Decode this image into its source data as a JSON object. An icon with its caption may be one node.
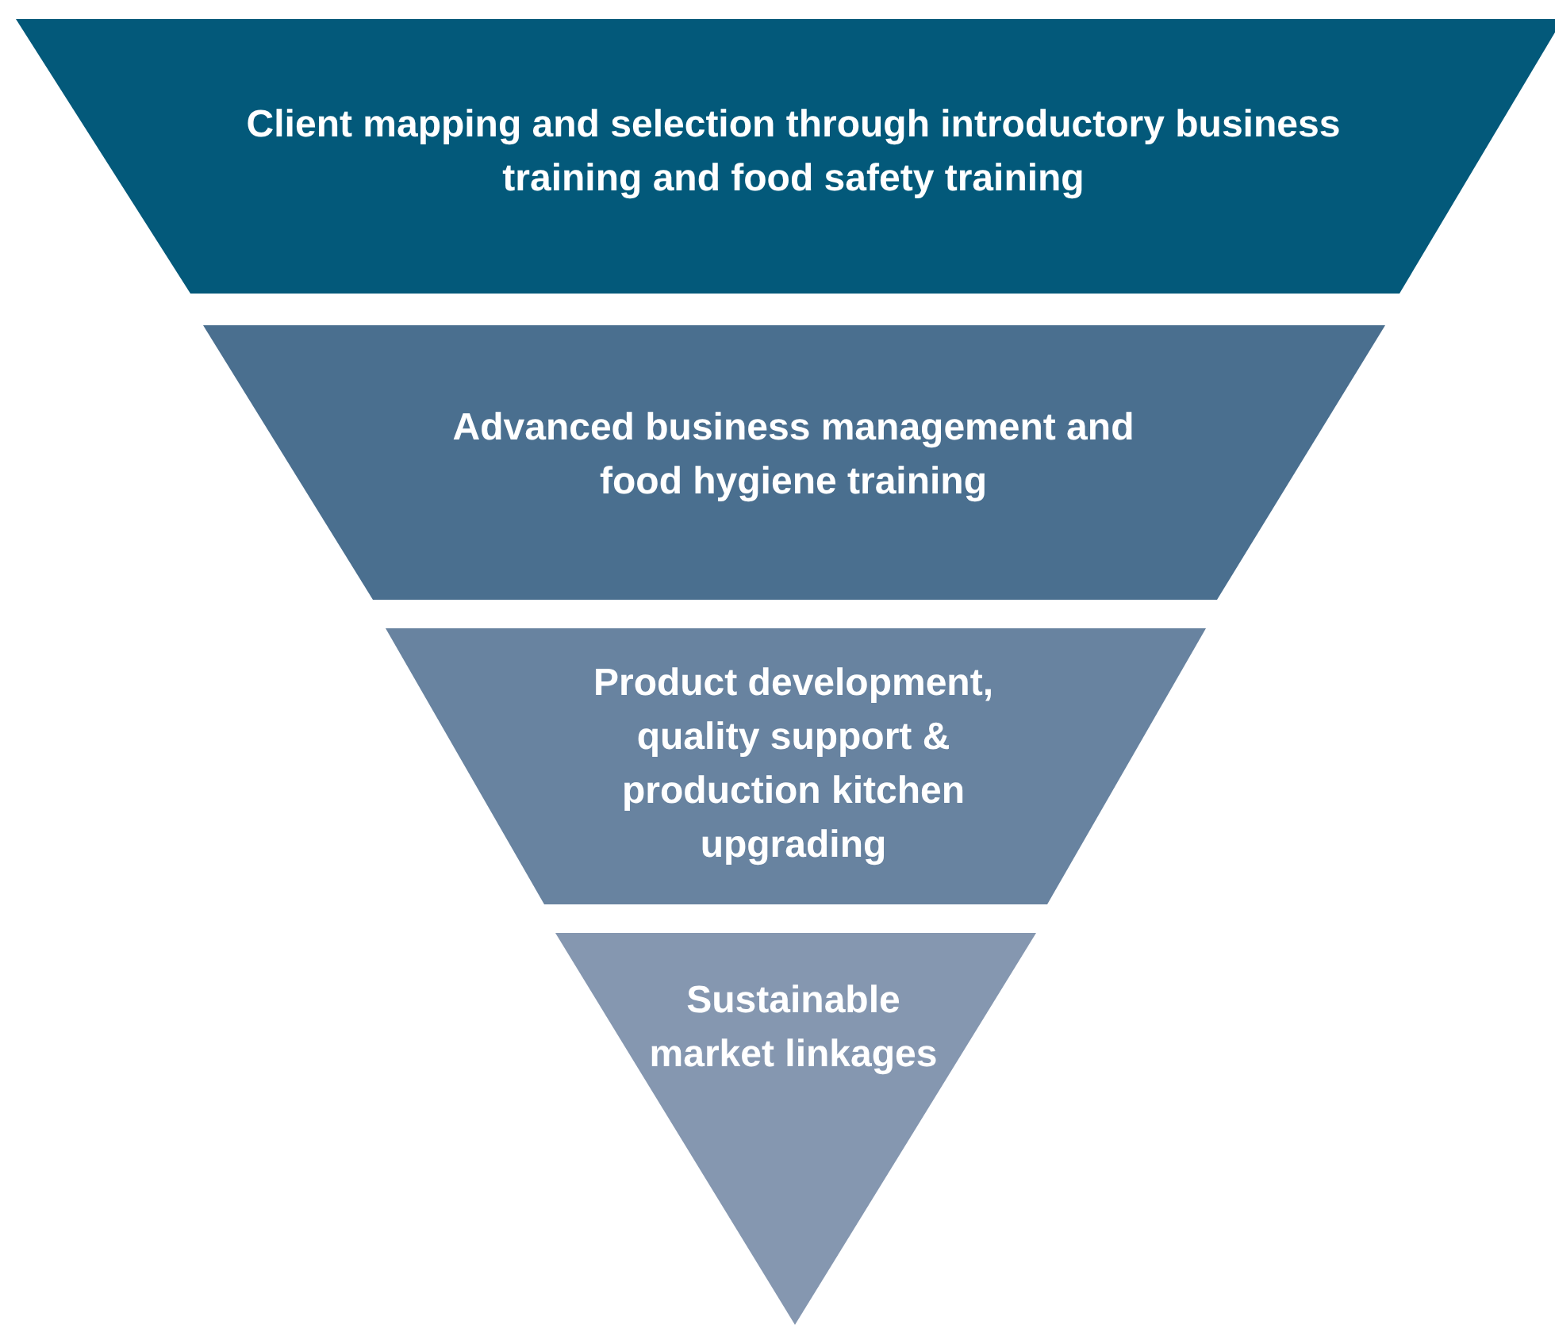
{
  "diagram": {
    "nodes": [
      {
        "text": [
          "Client mapping and selection through introductory business training and food safety training"
        ]
      },
      {
        "text": [
          "Advanced business management and food hygiene training"
        ]
      },
      {
        "text": [
          "Product development, quality support & production kitchen upgrading"
        ]
      },
      {
        "text": [
          "Sustainable market linkages"
        ]
      }
    ]
  }
}
